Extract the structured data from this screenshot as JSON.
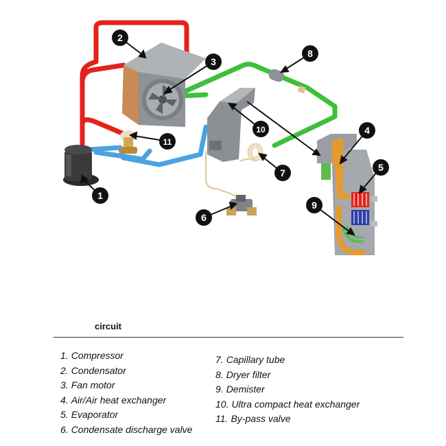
{
  "diagram": {
    "title": "circuit",
    "badges": [
      "1",
      "2",
      "3",
      "4",
      "5",
      "6",
      "7",
      "8",
      "9",
      "10",
      "11"
    ]
  },
  "legend": {
    "left": [
      {
        "num": "1.",
        "label": "Compressor"
      },
      {
        "num": "2.",
        "label": "Condensator"
      },
      {
        "num": "3.",
        "label": "Fan motor"
      },
      {
        "num": "4.",
        "label": "Air/Air heat exchanger"
      },
      {
        "num": "5.",
        "label": "Evaporator"
      },
      {
        "num": "6.",
        "label": "Condensate discharge valve"
      }
    ],
    "right": [
      {
        "num": "7.",
        "label": "Capillary tube"
      },
      {
        "num": "8.",
        "label": "Dryer filter"
      },
      {
        "num": "9.",
        "label": "Demister"
      },
      {
        "num": "10.",
        "label": "Ultra compact heat exchanger"
      },
      {
        "num": "11.",
        "label": "By-pass valve"
      }
    ]
  },
  "colors": {
    "hot_line": "#e2231a",
    "liquid_line": "#3fbf3a",
    "suction_line": "#4aa3e0",
    "heat_exchanger": "#e69a2e",
    "badge": "#111111",
    "housing": "#9a9da1"
  }
}
